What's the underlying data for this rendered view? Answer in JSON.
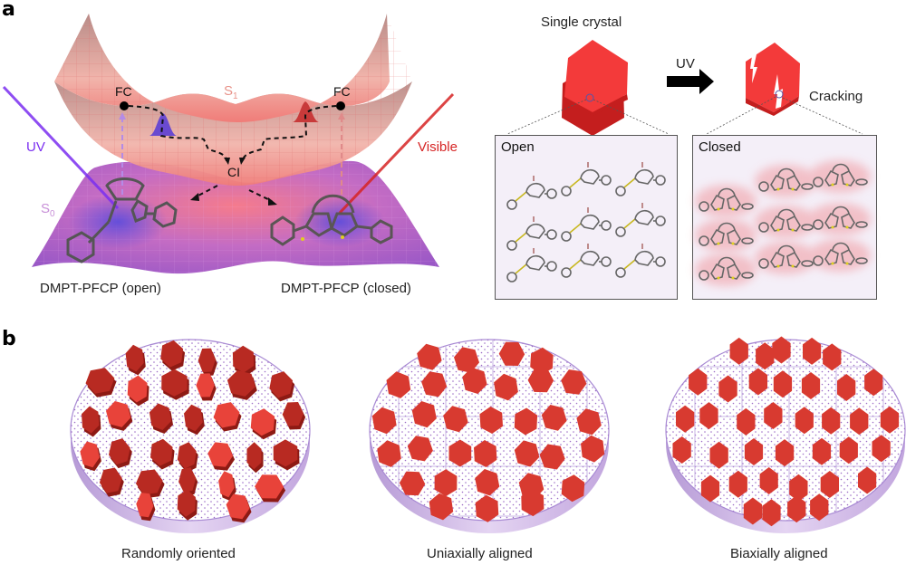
{
  "figure": {
    "panel_a": {
      "label": "a",
      "energy_diagram": {
        "surface_upper": "S",
        "surface_upper_sub": "1",
        "surface_lower": "S",
        "surface_lower_sub": "0",
        "fc_left": "FC",
        "fc_right": "FC",
        "ci": "CI",
        "uv_label": "UV",
        "visible_label": "Visible",
        "molecule_open_caption": "DMPT-PFCP (open)",
        "molecule_closed_caption": "DMPT-PFCP (closed)",
        "colors": {
          "uv": "#7b2ff0",
          "visible": "#d62424",
          "s1": "#e89a92",
          "s0": "#b566c8"
        }
      },
      "crystal": {
        "single_crystal_label": "Single crystal",
        "arrow_label": "UV",
        "cracking_label": "Cracking",
        "open_box_title": "Open",
        "closed_box_title": "Closed",
        "colors": {
          "crystal": "#f33a3a",
          "crystal_side": "#c41e1e",
          "box_bg": "#f4eff8"
        }
      }
    },
    "panel_b": {
      "label": "b",
      "disks": [
        {
          "caption": "Randomly oriented"
        },
        {
          "caption": "Uniaxially aligned"
        },
        {
          "caption": "Biaxially aligned"
        }
      ],
      "colors": {
        "crystal": "#d83a30",
        "disk_edge": "#c9b1e0",
        "dots": "#9c6cc6"
      }
    }
  }
}
